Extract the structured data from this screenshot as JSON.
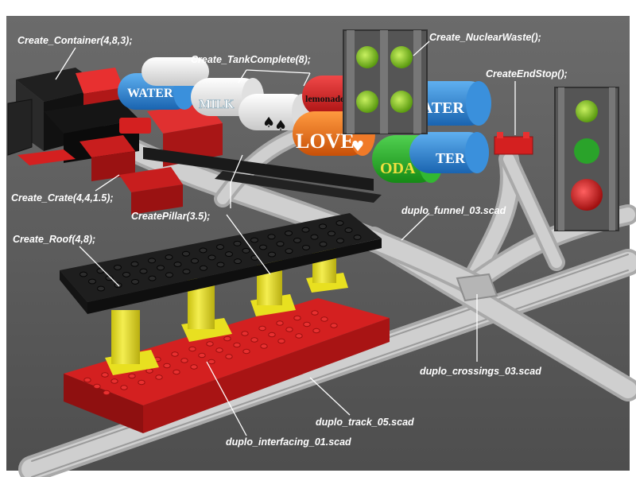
{
  "labels": {
    "container": "Create_Container(4,8,3);",
    "tank_complete": "Create_TankComplete(8);",
    "nuclear_waste": "Create_NuclearWaste();",
    "end_stop": "CreateEndStop();",
    "crate": "Create_Crate(4,4,1.5);",
    "pillar": "CreatePillar(3.5);",
    "roof": "Create_Roof(4,8);",
    "funnel": "duplo_funnel_03.scad",
    "crossings": "duplo_crossings_03.scad",
    "track": "duplo_track_05.scad",
    "interfacing": "duplo_interfacing_01.scad"
  },
  "tanks": {
    "water_1": "WATER",
    "milk": "MILK",
    "lemonade": "lemonade",
    "love": "LOVE",
    "soda": "ODA",
    "water_2": "WATER",
    "water_3": "TER"
  },
  "colors": {
    "background": "#5c5c5c",
    "brick_red": "#d42020",
    "pillar_yellow": "#e8e020",
    "roof_black": "#1e1e1e",
    "track_gray": "#bdbdbd",
    "water_blue": "#2a86d6",
    "milk_white": "#f2f2f2",
    "love_orange": "#ee6a14",
    "soda_green": "#2ab32a",
    "waste_green": "#8ed02a"
  }
}
